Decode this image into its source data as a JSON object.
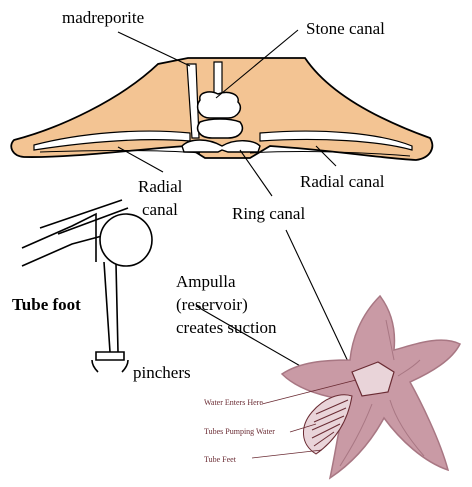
{
  "labels": {
    "madreporite": "madreporite",
    "stone_canal": "Stone canal",
    "radial_canal_left_1": "Radial",
    "radial_canal_left_2": "canal",
    "radial_canal_right": "Radial canal",
    "ring_canal": "Ring canal",
    "tube_foot": "Tube foot",
    "ampulla_1": "Ampulla",
    "ampulla_2": "(reservoir)",
    "ampulla_3": "creates suction",
    "pinchers": "pinchers"
  },
  "starfish_labels": {
    "water_enters": "Water Enters Here",
    "tubes_pumping": "Tubes Pumping Water",
    "tube_feet": "Tube Feet"
  },
  "colors": {
    "body_fill": "#f3c493",
    "starfish_fill": "#c99aa5",
    "starfish_shadow": "#a87783",
    "outline": "#000000"
  }
}
